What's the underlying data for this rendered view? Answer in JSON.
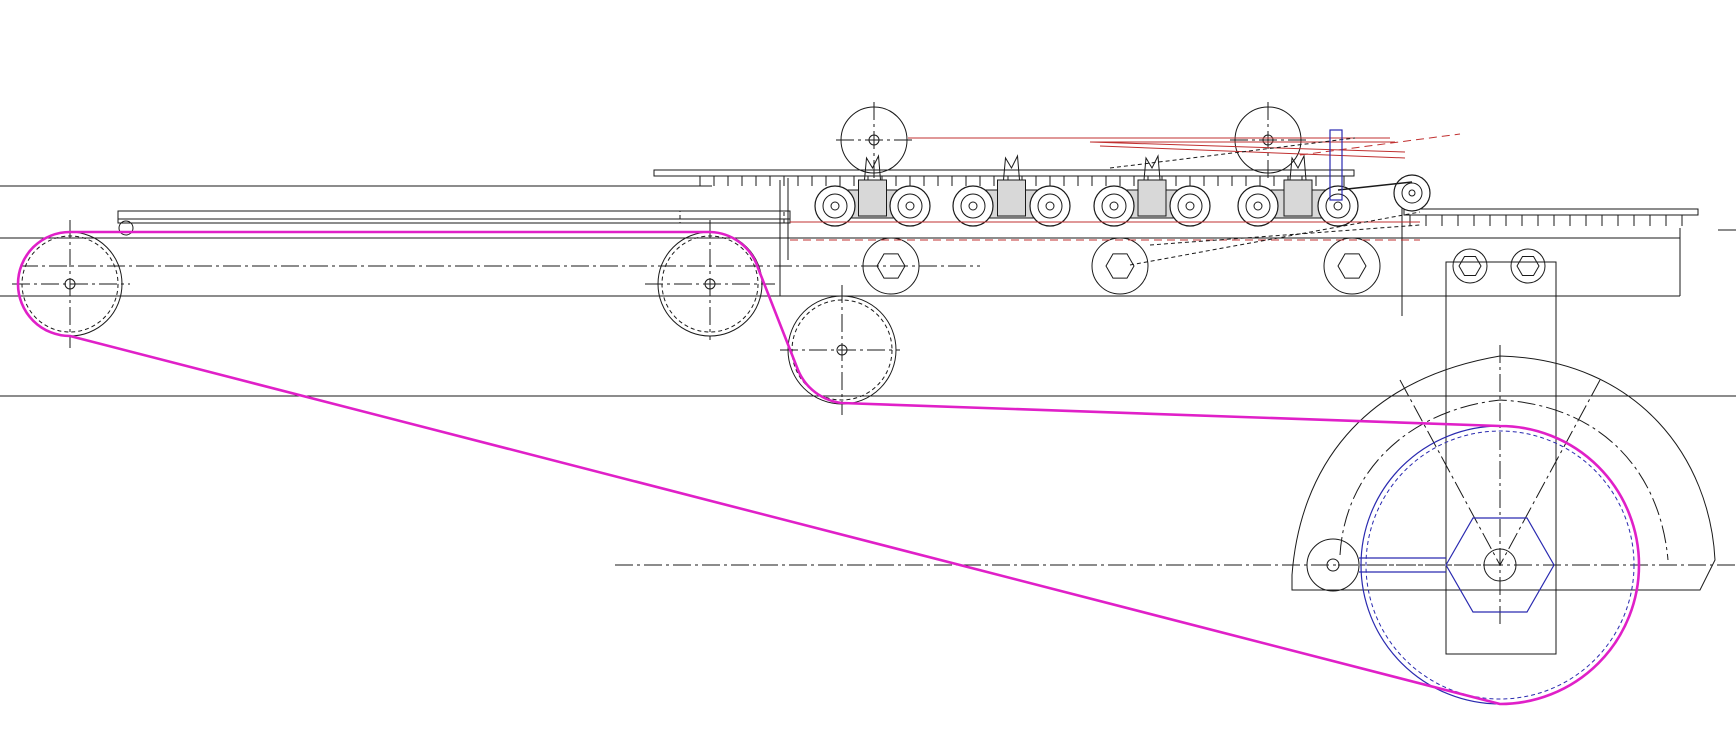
{
  "colors": {
    "belt": "#e020c8",
    "drive_pulley": "#2a2ab0",
    "guide_lines": "#c03030",
    "linework": "#1a1a1a",
    "background": "#ffffff"
  },
  "components": {
    "belt": "belt",
    "drive_pulley": "drive-pulley",
    "idler_pulleys": 4,
    "hex_bolts": 5,
    "bogie_units": 4,
    "top_rollers": 2
  }
}
